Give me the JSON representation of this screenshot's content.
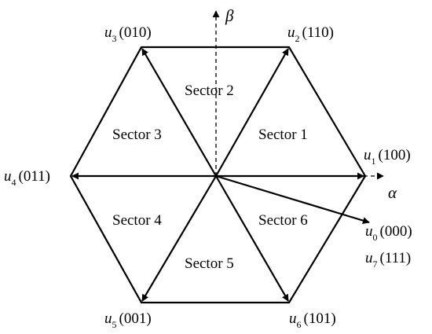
{
  "axes": {
    "alpha": "α",
    "beta": "β"
  },
  "sectors": [
    "Sector 1",
    "Sector 2",
    "Sector 3",
    "Sector 4",
    "Sector 5",
    "Sector 6"
  ],
  "vectors": [
    {
      "symbol": "u",
      "index": "1",
      "code": "(100)"
    },
    {
      "symbol": "u",
      "index": "2",
      "code": "(110)"
    },
    {
      "symbol": "u",
      "index": "3",
      "code": "(010)"
    },
    {
      "symbol": "u",
      "index": "4",
      "code": "(011)"
    },
    {
      "symbol": "u",
      "index": "5",
      "code": "(001)"
    },
    {
      "symbol": "u",
      "index": "6",
      "code": "(101)"
    },
    {
      "symbol": "u",
      "index": "0",
      "code": "(000)"
    },
    {
      "symbol": "u",
      "index": "7",
      "code": "(111)"
    }
  ]
}
